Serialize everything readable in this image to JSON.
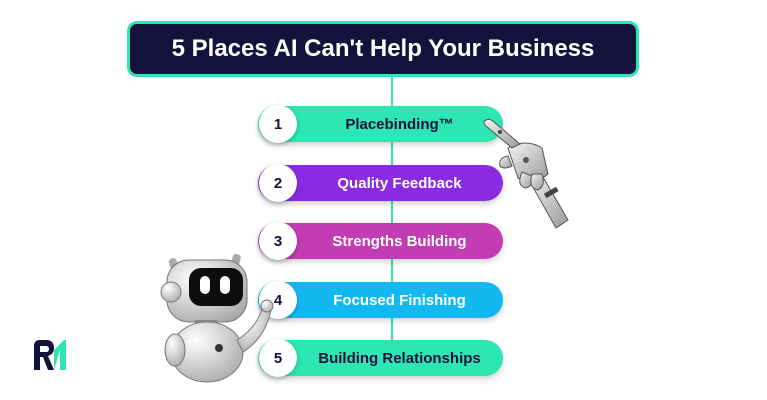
{
  "title": "5 Places AI Can't Help Your Business",
  "steps": [
    {
      "number": "1",
      "label": "Placebinding™",
      "color": "#2ee6b4"
    },
    {
      "number": "2",
      "label": "Quality Feedback",
      "color": "#8a2be2"
    },
    {
      "number": "3",
      "label": "Strengths Building",
      "color": "#c23cb4"
    },
    {
      "number": "4",
      "label": "Focused Finishing",
      "color": "#14b8f0"
    },
    {
      "number": "5",
      "label": "Building Relationships",
      "color": "#2ee6b4"
    }
  ],
  "colors": {
    "banner_background": "#12123a",
    "banner_border": "#2ee6b4",
    "connector": "#2ee6b4"
  },
  "icons": {
    "hand": "robot-hand-pointing-icon",
    "robot": "robot-mascot-icon",
    "logo": "brand-logo-icon"
  }
}
